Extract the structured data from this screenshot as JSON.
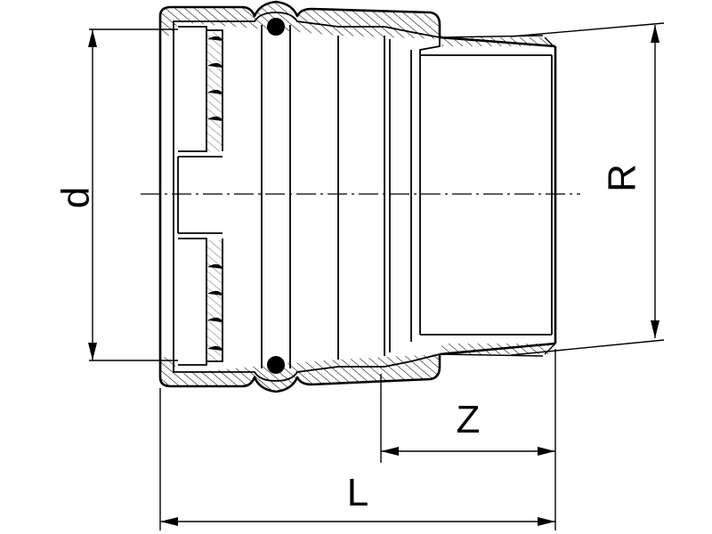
{
  "diagram": {
    "labels": {
      "d": "d",
      "R": "R",
      "Z": "Z",
      "L": "L"
    }
  }
}
